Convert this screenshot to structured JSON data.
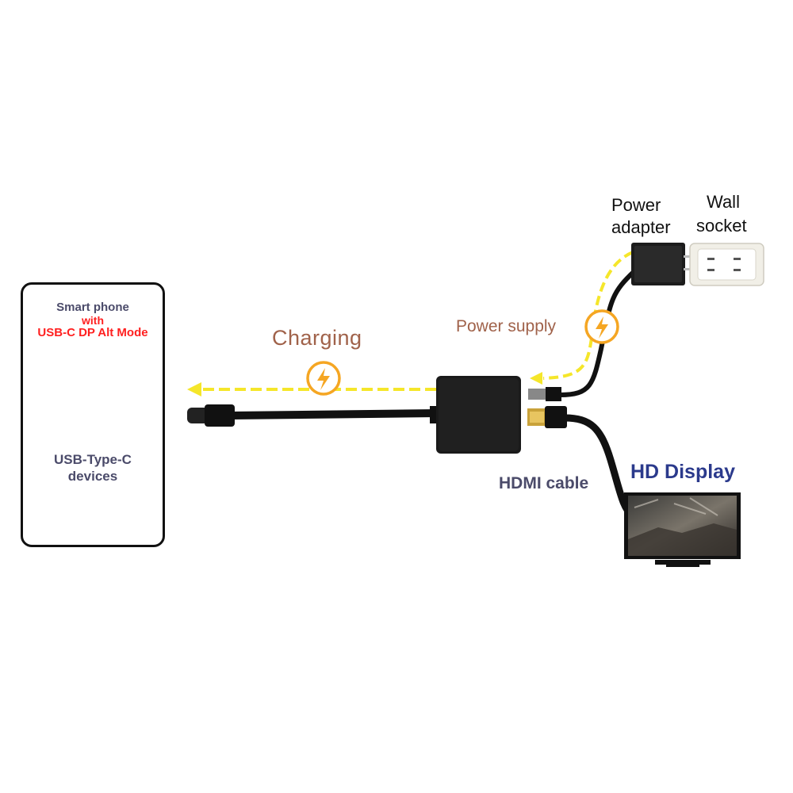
{
  "devices": {
    "smartphone_line1": "Smart phone",
    "smartphone_line2": "with",
    "smartphone_line3": "USB-C DP Alt Mode",
    "usbc_line1": "USB-Type-C",
    "usbc_line2": "devices"
  },
  "labels": {
    "charging": "Charging",
    "power_supply": "Power supply",
    "power_adapter_line1": "Power",
    "power_adapter_line2": "adapter",
    "wall_socket_line1": "Wall",
    "wall_socket_line2": "socket",
    "hdmi_cable": "HDMI cable",
    "hd_display": "HD Display"
  },
  "colors": {
    "flow_arrow": "#f5e62a",
    "bolt_circle": "#f5a623",
    "charging_text": "#a0624a",
    "device_text": "#4b4b6a",
    "alt_mode_text": "#ff2020",
    "hd_display_text": "#2b3a8c"
  }
}
